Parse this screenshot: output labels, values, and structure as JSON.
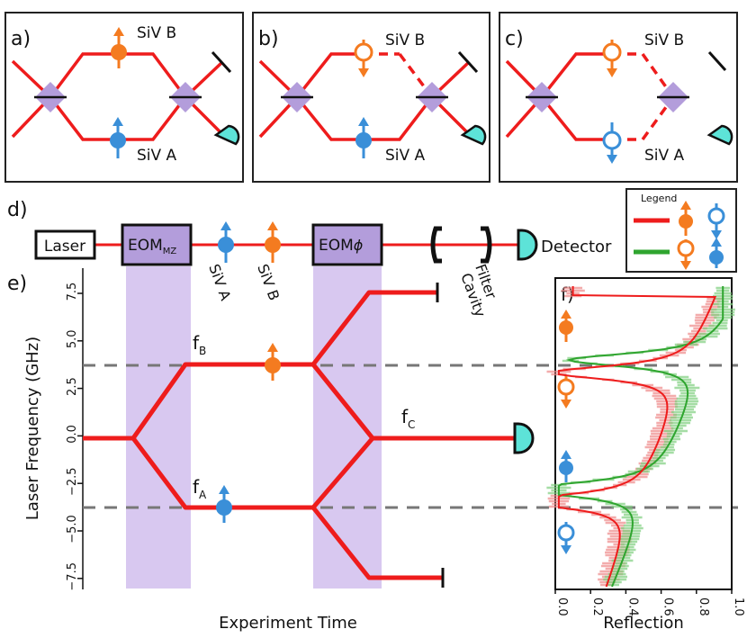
{
  "panels": {
    "a": {
      "label": "a)",
      "siv_b": "SiV B",
      "siv_a": "SiV A"
    },
    "b": {
      "label": "b)",
      "siv_b": "SiV B",
      "siv_a": "SiV A"
    },
    "c": {
      "label": "c)",
      "siv_b": "SiV B",
      "siv_a": "SiV A"
    },
    "d": {
      "label": "d)",
      "laser": "Laser",
      "eom_mz": "EOM",
      "eom_mz_sub": "MZ",
      "eom_phi": "EOM",
      "eom_phi_sub": "ϕ",
      "siv_a": "SiV A",
      "siv_b": "SiV B",
      "filter_cavity": [
        "Filter",
        "Cavity"
      ],
      "detector": "Detector",
      "cavity_left": "(",
      "cavity_right": ")"
    },
    "e": {
      "label": "e)",
      "f_b": "f",
      "f_b_sub": "B",
      "f_a": "f",
      "f_a_sub": "A",
      "f_c": "f",
      "f_c_sub": "C",
      "ylabel": "Laser Frequency (GHz)",
      "xlabel": "Experiment Time",
      "yticks": [
        "7.5",
        "5.0",
        "2.5",
        "0.0",
        "−2.5",
        "−5.0",
        "−7.5"
      ]
    },
    "f": {
      "label": "f)",
      "xlabel": "Reflection",
      "xticks": [
        "0.0",
        "0.2",
        "0.4",
        "0.6",
        "0.8",
        "1.0"
      ]
    }
  },
  "legend": {
    "title": "Legend"
  },
  "colors": {
    "red": "#ee1c1c",
    "green": "#2fa52f",
    "orange": "#f47b20",
    "blue": "#3a8fd8",
    "purple": "#d8c8f0",
    "diamond": "#b39ddb",
    "cyan": "#5de3d8"
  }
}
